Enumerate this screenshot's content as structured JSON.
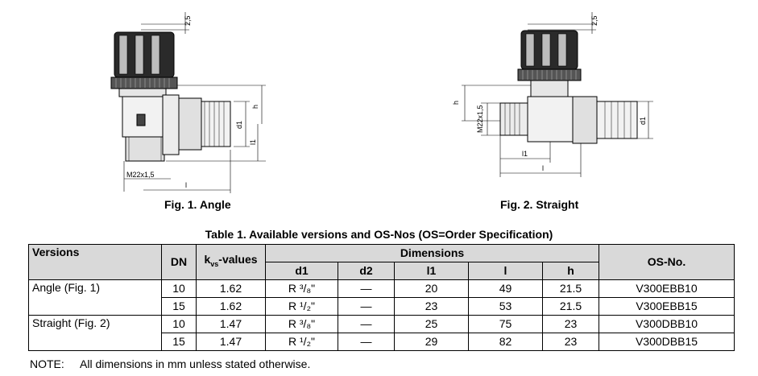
{
  "figures": {
    "fig1": {
      "caption": "Fig. 1.  Angle",
      "labels": {
        "dim_25": "2,5",
        "h": "h",
        "d1": "d1",
        "l1": "l1",
        "thread": "M22x1,5",
        "l": "l"
      }
    },
    "fig2": {
      "caption": "Fig. 2.  Straight",
      "labels": {
        "dim_25": "2,5",
        "h": "h",
        "thread": "M22x1,5",
        "d1": "d1",
        "l1": "l1",
        "l": "l"
      }
    }
  },
  "table": {
    "title": "Table 1.  Available versions and OS-Nos (OS=Order Specification)",
    "headers": {
      "versions": "Versions",
      "dn": "DN",
      "kvs_main": "k",
      "kvs_sub": "vs",
      "kvs_rest": "-values",
      "dimensions": "Dimensions",
      "d1": "d1",
      "d2": "d2",
      "l1": "l1",
      "l": "l",
      "h": "h",
      "os": "OS-No."
    },
    "rows": [
      {
        "version": "Angle (Fig. 1)",
        "dn": "10",
        "kvs": "1.62",
        "d1": "R ³/₈\"",
        "d2": "—",
        "l1": "20",
        "l": "49",
        "h": "21.5",
        "os": "V300EBB10"
      },
      {
        "version": "",
        "dn": "15",
        "kvs": "1.62",
        "d1": "R ¹/₂\"",
        "d2": "—",
        "l1": "23",
        "l": "53",
        "h": "21.5",
        "os": "V300EBB15"
      },
      {
        "version": "Straight (Fig. 2)",
        "dn": "10",
        "kvs": "1.47",
        "d1": "R ³/₈\"",
        "d2": "—",
        "l1": "25",
        "l": "75",
        "h": "23",
        "os": "V300DBB10"
      },
      {
        "version": "",
        "dn": "15",
        "kvs": "1.47",
        "d1": "R ¹/₂\"",
        "d2": "—",
        "l1": "29",
        "l": "82",
        "h": "23",
        "os": "V300DBB15"
      }
    ]
  },
  "note": {
    "label": "NOTE:",
    "text": "All dimensions in mm unless stated otherwise."
  }
}
